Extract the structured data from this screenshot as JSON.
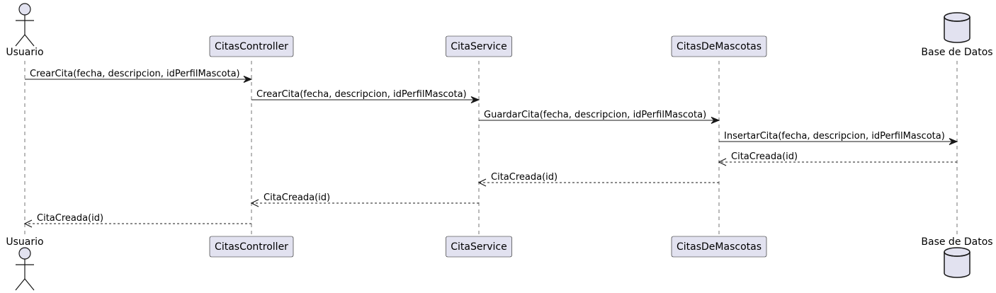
{
  "participants": [
    {
      "id": "usuario",
      "name": "Usuario",
      "kind": "actor"
    },
    {
      "id": "citascontroller",
      "name": "CitasController",
      "kind": "participant"
    },
    {
      "id": "citaservice",
      "name": "CitaService",
      "kind": "participant"
    },
    {
      "id": "citasdemascotas",
      "name": "CitasDeMascotas",
      "kind": "participant"
    },
    {
      "id": "basededatos",
      "name": "Base de Datos",
      "kind": "database"
    }
  ],
  "messages": [
    {
      "from": 0,
      "to": 1,
      "label": "CrearCita(fecha, descripcion, idPerfilMascota)",
      "style": "sync"
    },
    {
      "from": 1,
      "to": 2,
      "label": "CrearCita(fecha, descripcion, idPerfilMascota)",
      "style": "sync"
    },
    {
      "from": 2,
      "to": 3,
      "label": "GuardarCita(fecha, descripcion, idPerfilMascota)",
      "style": "sync"
    },
    {
      "from": 3,
      "to": 4,
      "label": "InsertarCita(fecha, descripcion, idPerfilMascota)",
      "style": "sync"
    },
    {
      "from": 4,
      "to": 3,
      "label": "CitaCreada(id)",
      "style": "return"
    },
    {
      "from": 3,
      "to": 2,
      "label": "CitaCreada(id)",
      "style": "return"
    },
    {
      "from": 2,
      "to": 1,
      "label": "CitaCreada(id)",
      "style": "return"
    },
    {
      "from": 1,
      "to": 0,
      "label": "CitaCreada(id)",
      "style": "return"
    }
  ],
  "colors": {
    "participant_fill": "#E2E2F0",
    "participant_border": "#181818",
    "lifeline": "#181818",
    "arrow": "#181818"
  }
}
